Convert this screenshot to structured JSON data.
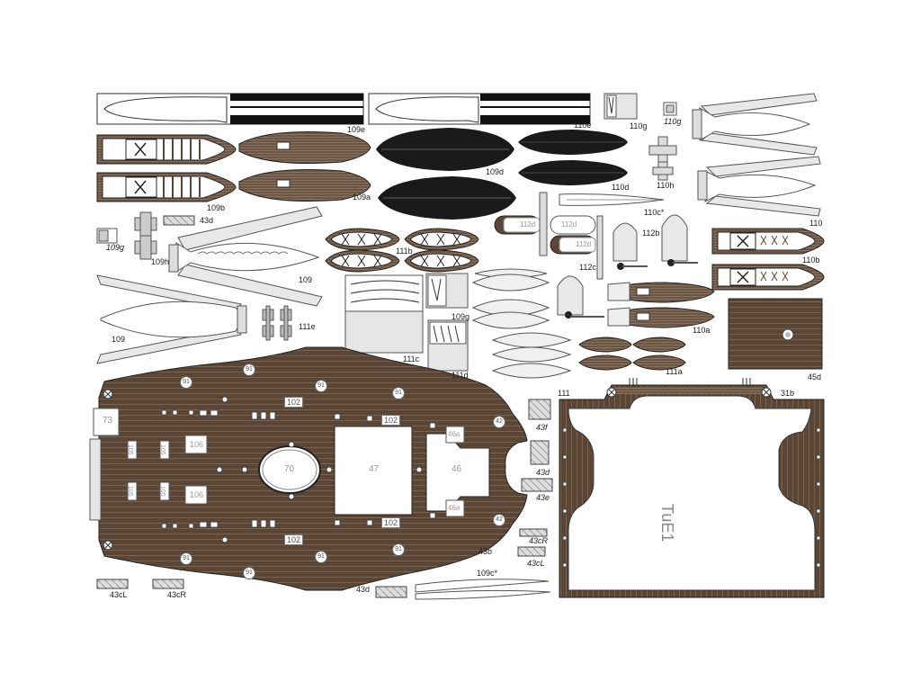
{
  "labels": {
    "l109e": "109e",
    "l110e": "110e",
    "l110g_a": "110g",
    "l110g_b": "110g",
    "l109d": "109d",
    "l110d": "110d",
    "l110h": "110h",
    "l109a": "109a",
    "l109b": "109b",
    "l110c": "110c*",
    "l110": "110",
    "l43d_a": "43d",
    "l109g_a": "109g",
    "l109h": "109h",
    "l109_a": "109",
    "l111b": "111b",
    "l112b": "112b",
    "l112c": "112c",
    "l110b": "110b",
    "l109g_b": "109g",
    "l111e": "111e",
    "l109_b": "109",
    "l111c": "111c",
    "l111d": "111d",
    "l110a": "110a",
    "l111a": "111a",
    "l45d": "45d",
    "l111": "111",
    "l31b": "31b",
    "l43f": "43f",
    "l43d_b": "43d",
    "l43e": "43e",
    "l43cR_a": "43cR",
    "l43cL_a": "43cL",
    "l43b": "43b",
    "l109c": "109c*",
    "l43d_c": "43d",
    "l43cL_b": "43cL",
    "l43cR_b": "43cR"
  },
  "deck": {
    "l73": "73",
    "l70": "70",
    "l47": "47",
    "l46": "46",
    "l46a_top": "46a",
    "l46a_bot": "46a",
    "l106_top": "106",
    "l106_bot": "106",
    "l102_tl": "102",
    "l102_tr": "102",
    "l102_bl": "102",
    "l102_br": "102",
    "l105_a": "105",
    "l105_b": "105",
    "l105_c": "105",
    "l105_d": "105",
    "l42_top": "42",
    "l42_bot": "42",
    "l91": "91"
  },
  "tue1": "TuE1",
  "d112": "112d",
  "colors": {
    "wood": "#5b4636",
    "wood_light": "#7a6250",
    "black": "#1a1a1a",
    "plank_line": "#9c8a78",
    "paper_grey": "#e6e6e6"
  }
}
